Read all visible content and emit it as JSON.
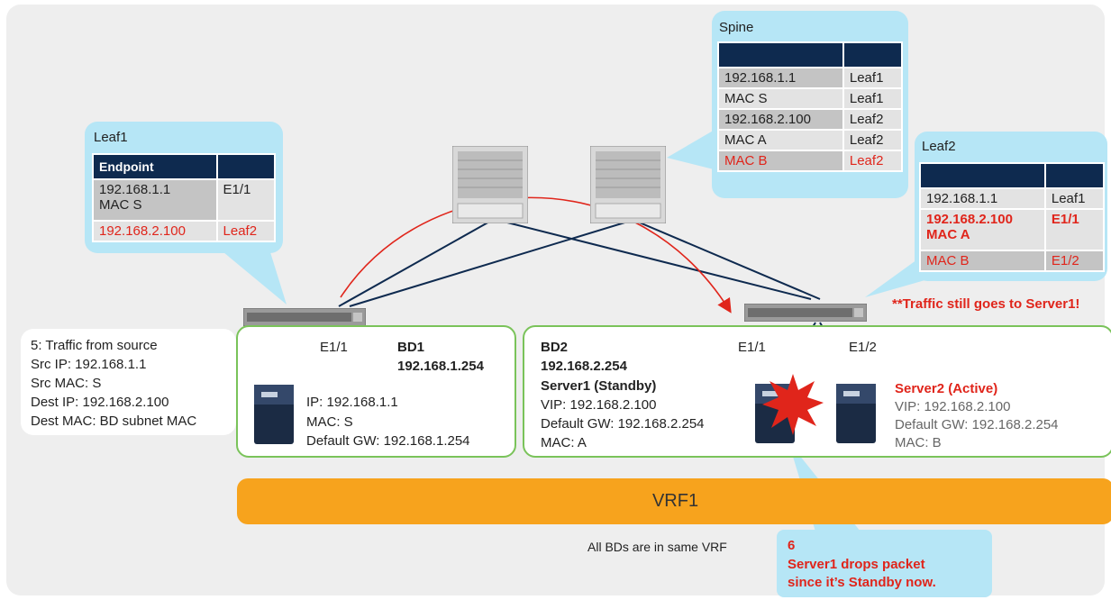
{
  "leaf1_callout": {
    "title": "Leaf1",
    "header": [
      "Endpoint",
      ""
    ],
    "rows": [
      {
        "ep": "192.168.1.1\nMAC S",
        "loc": "E1/1",
        "red": false
      },
      {
        "ep": "192.168.2.100",
        "loc": "Leaf2",
        "red": true
      }
    ]
  },
  "spine_callout": {
    "title": "Spine",
    "header": [
      "",
      ""
    ],
    "rows": [
      {
        "ep": "192.168.1.1",
        "loc": "Leaf1",
        "red": false
      },
      {
        "ep": "MAC S",
        "loc": "Leaf1",
        "red": false
      },
      {
        "ep": "192.168.2.100",
        "loc": "Leaf2",
        "red": false
      },
      {
        "ep": "MAC A",
        "loc": "Leaf2",
        "red": false
      },
      {
        "ep": "MAC B",
        "loc": "Leaf2",
        "red": true
      }
    ]
  },
  "leaf2_callout": {
    "title": "Leaf2",
    "header": [
      "",
      ""
    ],
    "rows": [
      {
        "ep": "192.168.1.1",
        "loc": "Leaf1",
        "red": false
      },
      {
        "ep": "192.168.2.100\nMAC A",
        "loc": "E1/1",
        "red": true,
        "bold": true
      },
      {
        "ep": "MAC B",
        "loc": "E1/2",
        "red": true
      }
    ]
  },
  "traffic_note": "**Traffic still goes to Server1!",
  "source_box": {
    "lines": [
      "5: Traffic from source",
      "Src IP: 192.168.1.1",
      "Src MAC: S",
      "Dest IP:  192.168.2.100",
      "Dest MAC: BD subnet MAC"
    ]
  },
  "bd1": {
    "port": "E1/1",
    "name": "BD1",
    "subnet": "192.168.1.254",
    "host_lines": [
      "IP: 192.168.1.1",
      "MAC: S",
      "Default GW: 192.168.1.254"
    ]
  },
  "bd2": {
    "name": "BD2",
    "subnet": "192.168.2.254",
    "port1": "E1/1",
    "port2": "E1/2",
    "server1": {
      "title": "Server1 (Standby)",
      "lines": [
        "VIP: 192.168.2.100",
        "Default GW: 192.168.2.254",
        "MAC: A"
      ]
    },
    "server2": {
      "title": "Server2 (Active)",
      "lines": [
        "VIP: 192.168.2.100",
        "Default GW: 192.168.2.254",
        "MAC: B"
      ]
    }
  },
  "vrf": {
    "label": "VRF1",
    "note": "All BDs are in same VRF"
  },
  "step6": {
    "lines": [
      "6",
      "Server1 drops packet",
      "since it’s Standby now."
    ]
  },
  "colors": {
    "red": "#e0251b",
    "callout": "#b6e6f6",
    "header": "#0e2a4f",
    "vrf": "#f7a31d",
    "domain": "#7ac35a"
  }
}
